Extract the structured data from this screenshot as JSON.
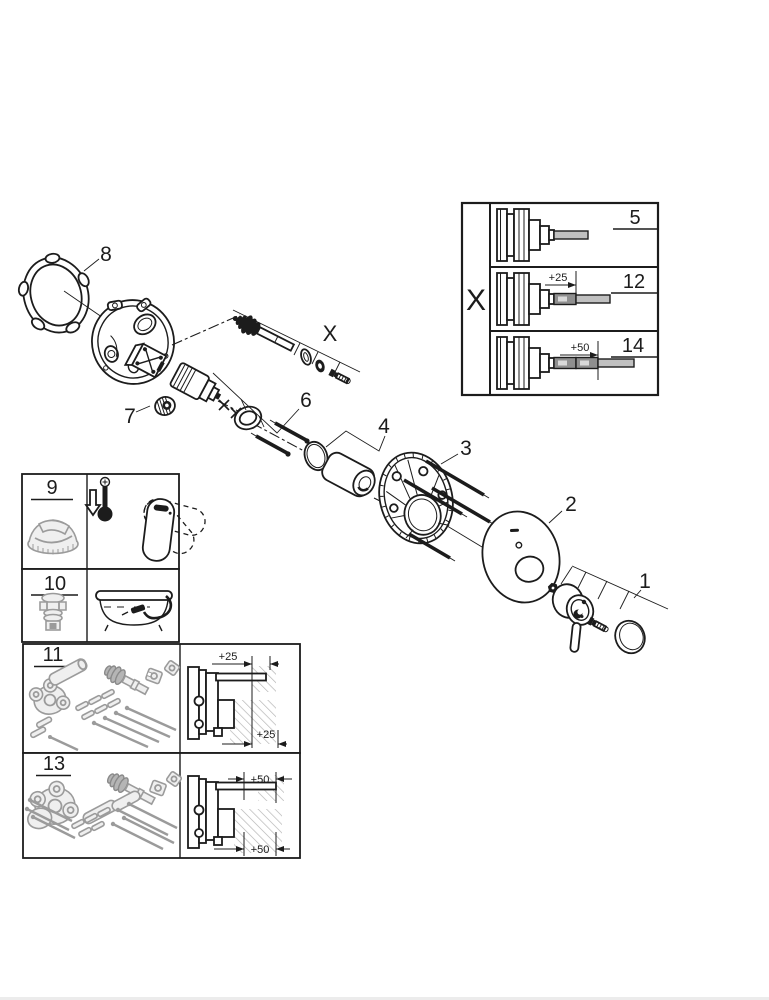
{
  "palette": {
    "ink": "#1c1c1c",
    "gray_part": "#9b9b9b",
    "gray_fill": "#efefef",
    "extension_gray": "#8f8f8f",
    "spindle_gray": "#c0c0c0",
    "hatch_gray": "#b0b0b0",
    "page_edge": "#ececec"
  },
  "callouts": {
    "part1": "1",
    "part2": "2",
    "part3": "3",
    "part4": "4",
    "part6": "6",
    "part7": "7",
    "part8": "8",
    "group_x": "X"
  },
  "variant_box": {
    "column_label": "X",
    "rows": [
      {
        "number": "5",
        "dimension": ""
      },
      {
        "number": "12",
        "dimension": "+25"
      },
      {
        "number": "14",
        "dimension": "+50"
      }
    ]
  },
  "spare_boxes": {
    "box9": {
      "number": "9"
    },
    "box10": {
      "number": "10"
    },
    "box11": {
      "number": "11",
      "dim_top": "+25",
      "dim_bottom": "+25"
    },
    "box13": {
      "number": "13",
      "dim_top": "+50",
      "dim_bottom": "+50"
    }
  }
}
